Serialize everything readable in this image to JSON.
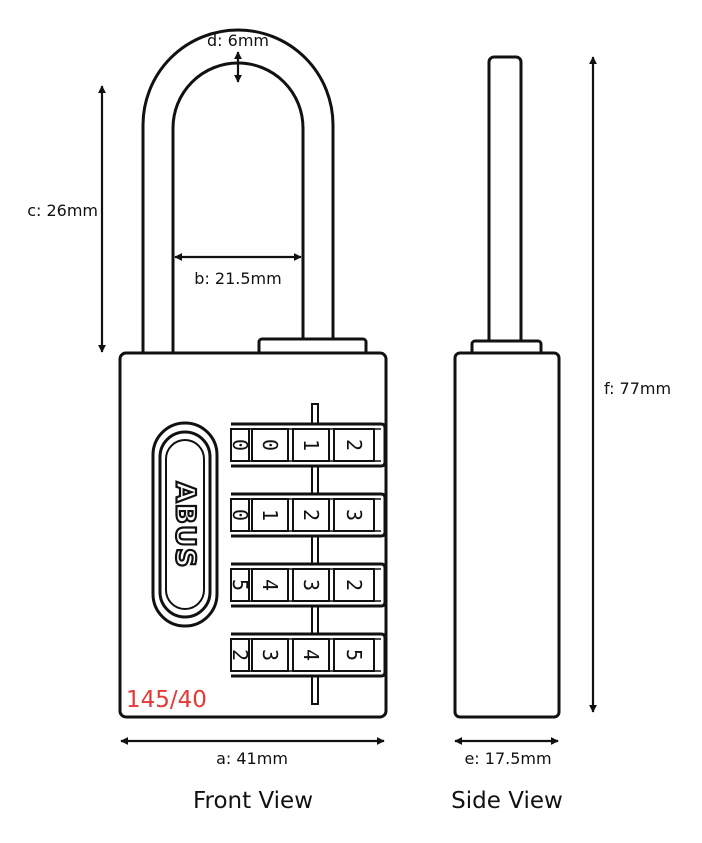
{
  "dimensions": {
    "a": "a: 41mm",
    "b": "b: 21.5mm",
    "c": "c: 26mm",
    "d": "d: 6mm",
    "e": "e: 17.5mm",
    "f": "f: 77mm"
  },
  "views": {
    "front": "Front View",
    "side": "Side View"
  },
  "lock": {
    "brand": "ABUS",
    "model": "145/40",
    "model_color": "#e53935",
    "dials": [
      [
        "0",
        "0",
        "1",
        "2"
      ],
      [
        "0",
        "1",
        "2",
        "3"
      ],
      [
        "5",
        "4",
        "3",
        "2"
      ],
      [
        "2",
        "3",
        "4",
        "5"
      ]
    ]
  }
}
